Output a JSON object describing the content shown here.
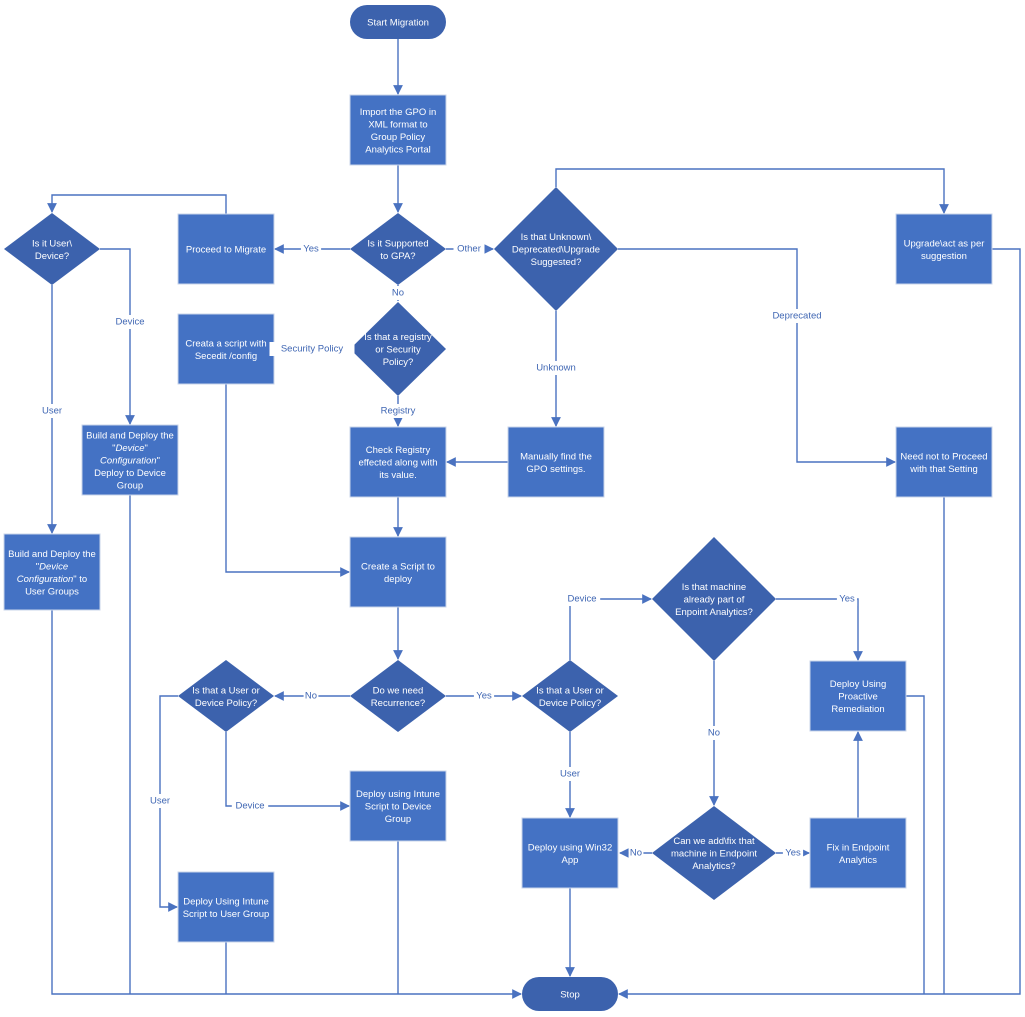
{
  "diagram": {
    "title": "GPO to Intune Migration Flowchart",
    "colors": {
      "process": "#4472c4",
      "decision": "#3c62ad",
      "terminator": "#3c62ad",
      "connector": "#4a72c0",
      "label": "#3f66b3"
    },
    "nodes": {
      "start": {
        "type": "terminator",
        "lines": [
          "Start Migration"
        ]
      },
      "import": {
        "type": "process",
        "lines": [
          "Import the GPO in",
          "XML format to",
          "Group Policy",
          "Analytics Portal"
        ]
      },
      "supported": {
        "type": "decision",
        "lines": [
          "Is it Supported",
          "to GPA?"
        ]
      },
      "proceed": {
        "type": "process",
        "lines": [
          "Proceed to Migrate"
        ]
      },
      "user_device_top": {
        "type": "decision",
        "lines": [
          "Is it User\\",
          "Device?"
        ]
      },
      "unknown_dep": {
        "type": "decision",
        "lines": [
          "Is that Unknown\\",
          "Deprecated\\Upgrade",
          "Suggested?"
        ]
      },
      "upgrade": {
        "type": "process",
        "lines": [
          "Upgrade\\act as per",
          "suggestion"
        ]
      },
      "reg_or_sec": {
        "type": "decision",
        "lines": [
          "Is that a registry",
          "or Security",
          "Policy?"
        ]
      },
      "secedit": {
        "type": "process",
        "lines": [
          "Creata a script with",
          "Secedit /config"
        ]
      },
      "check_registry": {
        "type": "process",
        "lines": [
          "Check Registry",
          "effected along with",
          "its value."
        ]
      },
      "manual_find": {
        "type": "process",
        "lines": [
          "Manually find the",
          "GPO settings."
        ]
      },
      "need_not": {
        "type": "process",
        "lines": [
          "Need not to Proceed",
          "with that Setting"
        ]
      },
      "deploy_device_config": {
        "type": "process",
        "lines": [
          [
            "Build and Deploy the"
          ],
          [
            "\"",
            "#Device",
            "\""
          ],
          [
            "#Configuration",
            "\""
          ],
          [
            "Deploy to Device"
          ],
          [
            "Group"
          ]
        ]
      },
      "deploy_user_config": {
        "type": "process",
        "lines": [
          [
            "Build and Deploy the"
          ],
          [
            "\"",
            "#Device"
          ],
          [
            "#Configuration",
            "\" to"
          ],
          [
            "User Groups"
          ]
        ]
      },
      "create_script": {
        "type": "process",
        "lines": [
          "Create a Script to",
          "deploy"
        ]
      },
      "recurrence": {
        "type": "decision",
        "lines": [
          "Do we need",
          "Recurrence?"
        ]
      },
      "user_device_left": {
        "type": "decision",
        "lines": [
          "Is that a User or",
          "Device Policy?"
        ]
      },
      "user_device_right": {
        "type": "decision",
        "lines": [
          "Is that a User or",
          "Device Policy?"
        ]
      },
      "endpoint_part": {
        "type": "decision",
        "lines": [
          "Is that machine",
          "already part of",
          "Enpoint Analytics?"
        ]
      },
      "proactive": {
        "type": "process",
        "lines": [
          "Deploy Using",
          "Proactive",
          "Remediation"
        ]
      },
      "intune_device": {
        "type": "process",
        "lines": [
          "Deploy using Intune",
          "Script to Device",
          "Group"
        ]
      },
      "intune_user": {
        "type": "process",
        "lines": [
          "Deploy Using Intune",
          "Script to User Group"
        ]
      },
      "win32": {
        "type": "process",
        "lines": [
          "Deploy using Win32",
          "App"
        ]
      },
      "can_add_fix": {
        "type": "decision",
        "lines": [
          "Can we add\\fix that",
          "machine in Endpoint",
          "Analytics?"
        ]
      },
      "fix_endpoint": {
        "type": "process",
        "lines": [
          "Fix in Endpoint",
          "Analytics"
        ]
      },
      "stop": {
        "type": "terminator",
        "lines": [
          "Stop"
        ]
      }
    },
    "edge_labels": {
      "yes_proceed": "Yes",
      "other": "Other",
      "no_supported": "No",
      "device_top": "Device",
      "user_top": "User",
      "security_policy": "Security Policy",
      "registry": "Registry",
      "unknown": "Unknown",
      "deprecated": "Deprecated",
      "no_recurrence": "No",
      "yes_recurrence": "Yes",
      "device_right": "Device",
      "yes_endpoint": "Yes",
      "no_endpoint": "No",
      "user_right": "User",
      "user_left": "User",
      "device_left": "Device",
      "no_can_add": "No",
      "yes_can_add": "Yes"
    }
  }
}
